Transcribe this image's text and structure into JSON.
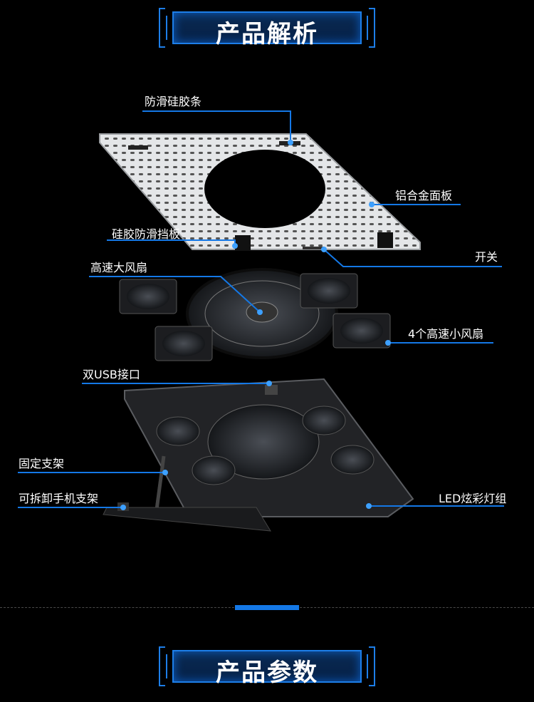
{
  "sections": {
    "analysis_title": "产品解析",
    "params_title": "产品参数"
  },
  "callouts": {
    "anti_slip_strip": "防滑硅胶条",
    "aluminum_panel": "铝合金面板",
    "silicone_baffle": "硅胶防滑挡板",
    "switch": "开关",
    "high_speed_big_fan": "高速大风扇",
    "four_small_fans": "4个高速小风扇",
    "dual_usb": "双USB接口",
    "fixed_stand": "固定支架",
    "removable_phone_stand": "可拆卸手机支架",
    "led_lights": "LED炫彩灯组"
  },
  "colors": {
    "accent": "#1478e6",
    "background": "#000000"
  }
}
